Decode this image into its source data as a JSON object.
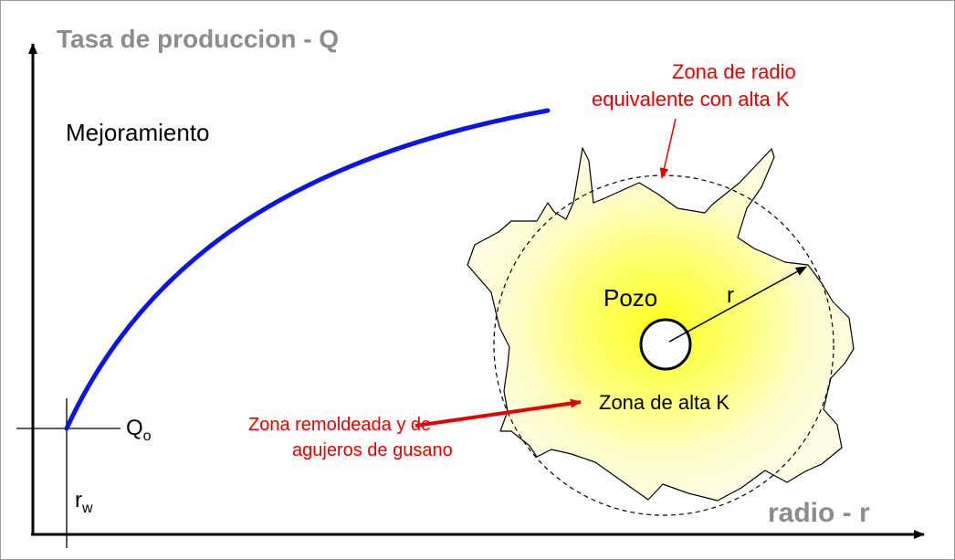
{
  "texts": {
    "y_axis_title": "Tasa de produccion - Q",
    "x_axis_title": "radio - r",
    "curve_label": "Mejoramiento",
    "equiv_zone_line1": "Zona de radio",
    "equiv_zone_line2": "equivalente con alta K",
    "well_label": "Pozo",
    "radius_label": "r",
    "high_k_label": "Zona de alta K",
    "remolded_line1": "Zona remoldeada y de",
    "remolded_line2": "agujeros de gusano",
    "q0_main": "Q",
    "q0_sub": "o",
    "rw_main": "r",
    "rw_sub": "w"
  },
  "colors": {
    "curve": "#0a14e6",
    "annotation": "#e00000",
    "axis_title": "#8c8c8c",
    "zone_glow": "#ffff20",
    "zone_fill": "#fffce4"
  }
}
